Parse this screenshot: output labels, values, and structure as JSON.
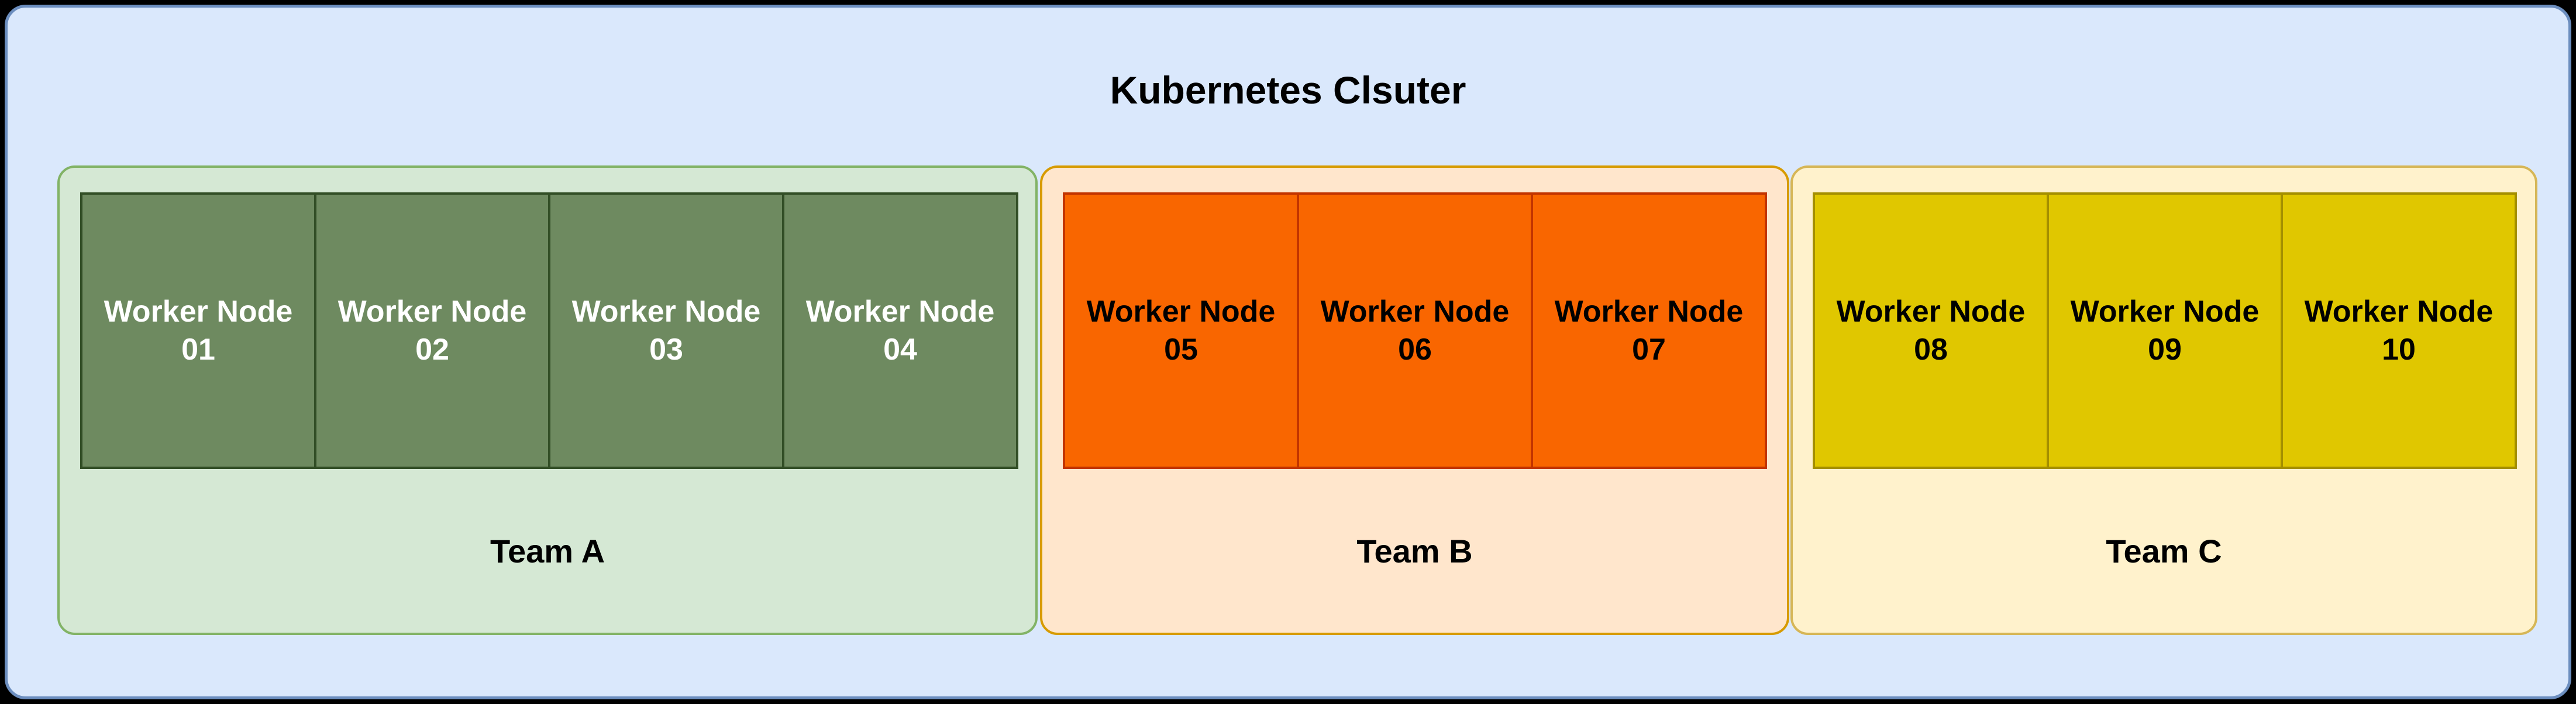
{
  "diagram": {
    "title": "Kubernetes Clsuter",
    "background_color": "#000000",
    "cluster": {
      "fill": "#dae8fc",
      "stroke": "#6c8ebf"
    },
    "teams": [
      {
        "label": "Team A",
        "container_fill": "#d5e8d4",
        "container_stroke": "#82b366",
        "node_fill": "#6e8a60",
        "node_stroke": "#324e26",
        "node_text_color": "#ffffff",
        "nodes": [
          {
            "name": "Worker Node",
            "number": "01"
          },
          {
            "name": "Worker Node",
            "number": "02"
          },
          {
            "name": "Worker Node",
            "number": "03"
          },
          {
            "name": "Worker Node",
            "number": "04"
          }
        ]
      },
      {
        "label": "Team B",
        "container_fill": "#ffe6cc",
        "container_stroke": "#d79b00",
        "node_fill": "#f96600",
        "node_stroke": "#c23400",
        "node_text_color": "#000000",
        "nodes": [
          {
            "name": "Worker Node",
            "number": "05"
          },
          {
            "name": "Worker Node",
            "number": "06"
          },
          {
            "name": "Worker Node",
            "number": "07"
          }
        ]
      },
      {
        "label": "Team C",
        "container_fill": "#fff2cc",
        "container_stroke": "#d6b656",
        "node_fill": "#e0c700",
        "node_stroke": "#a48f00",
        "node_text_color": "#000000",
        "nodes": [
          {
            "name": "Worker Node",
            "number": "08"
          },
          {
            "name": "Worker Node",
            "number": "09"
          },
          {
            "name": "Worker Node",
            "number": "10"
          }
        ]
      }
    ]
  }
}
